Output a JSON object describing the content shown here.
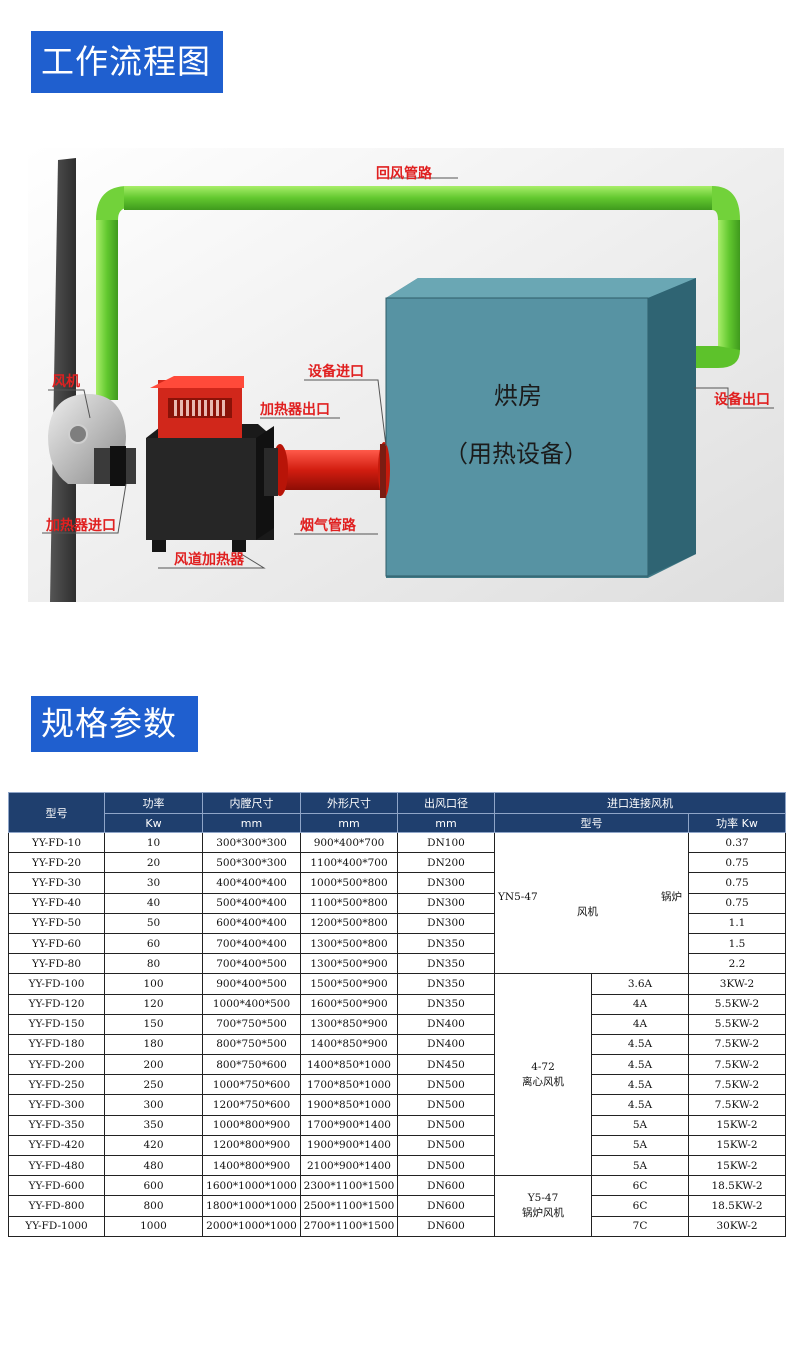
{
  "headings": {
    "flow": "工作流程图",
    "spec": "规格参数"
  },
  "diagram": {
    "labels": {
      "return_duct": "回风管路",
      "fan": "风机",
      "equip_inlet": "设备进口",
      "heater_outlet": "加热器出口",
      "equip_outlet": "设备出口",
      "heater_inlet": "加热器进口",
      "flue_duct": "烟气管路",
      "duct_heater": "风道加热器"
    },
    "room_title": "烘房",
    "room_sub": "（用热设备）"
  },
  "table": {
    "header": {
      "model": "型号",
      "power": "功率",
      "inner": "内膛尺寸",
      "outer": "外形尺寸",
      "outlet": "出风口径",
      "fan": "进口连接风机",
      "unit_power": "Kw",
      "unit_inner": "mm",
      "unit_outer": "mm",
      "unit_outlet": "mm",
      "fan_model": "型号",
      "fan_power": "功率 Kw"
    },
    "group1_fan_line1": "YN5-47",
    "group1_fan_line1b": "锅炉",
    "group1_fan_line2": "风机",
    "group2_fan_line1": "4-72",
    "group2_fan_line2": "离心风机",
    "group3_fan_line1": "Y5-47",
    "group3_fan_line2": "锅炉风机",
    "rows": [
      {
        "model": "YY-FD-10",
        "power": "10",
        "inner": "300*300*300",
        "outer": "900*400*700",
        "outlet": "DN100",
        "current": "",
        "fp": "0.37"
      },
      {
        "model": "YY-FD-20",
        "power": "20",
        "inner": "500*300*300",
        "outer": "1100*400*700",
        "outlet": "DN200",
        "current": "",
        "fp": "0.75"
      },
      {
        "model": "YY-FD-30",
        "power": "30",
        "inner": "400*400*400",
        "outer": "1000*500*800",
        "outlet": "DN300",
        "current": "",
        "fp": "0.75"
      },
      {
        "model": "YY-FD-40",
        "power": "40",
        "inner": "500*400*400",
        "outer": "1100*500*800",
        "outlet": "DN300",
        "current": "",
        "fp": "0.75"
      },
      {
        "model": "YY-FD-50",
        "power": "50",
        "inner": "600*400*400",
        "outer": "1200*500*800",
        "outlet": "DN300",
        "current": "",
        "fp": "1.1"
      },
      {
        "model": "YY-FD-60",
        "power": "60",
        "inner": "700*400*400",
        "outer": "1300*500*800",
        "outlet": "DN350",
        "current": "",
        "fp": "1.5"
      },
      {
        "model": "YY-FD-80",
        "power": "80",
        "inner": "700*400*500",
        "outer": "1300*500*900",
        "outlet": "DN350",
        "current": "",
        "fp": "2.2"
      },
      {
        "model": "YY-FD-100",
        "power": "100",
        "inner": "900*400*500",
        "outer": "1500*500*900",
        "outlet": "DN350",
        "current": "3.6A",
        "fp": "3KW-2"
      },
      {
        "model": "YY-FD-120",
        "power": "120",
        "inner": "1000*400*500",
        "outer": "1600*500*900",
        "outlet": "DN350",
        "current": "4A",
        "fp": "5.5KW-2"
      },
      {
        "model": "YY-FD-150",
        "power": "150",
        "inner": "700*750*500",
        "outer": "1300*850*900",
        "outlet": "DN400",
        "current": "4A",
        "fp": "5.5KW-2"
      },
      {
        "model": "YY-FD-180",
        "power": "180",
        "inner": "800*750*500",
        "outer": "1400*850*900",
        "outlet": "DN400",
        "current": "4.5A",
        "fp": "7.5KW-2"
      },
      {
        "model": "YY-FD-200",
        "power": "200",
        "inner": "800*750*600",
        "outer": "1400*850*1000",
        "outlet": "DN450",
        "current": "4.5A",
        "fp": "7.5KW-2"
      },
      {
        "model": "YY-FD-250",
        "power": "250",
        "inner": "1000*750*600",
        "outer": "1700*850*1000",
        "outlet": "DN500",
        "current": "4.5A",
        "fp": "7.5KW-2"
      },
      {
        "model": "YY-FD-300",
        "power": "300",
        "inner": "1200*750*600",
        "outer": "1900*850*1000",
        "outlet": "DN500",
        "current": "4.5A",
        "fp": "7.5KW-2"
      },
      {
        "model": "YY-FD-350",
        "power": "350",
        "inner": "1000*800*900",
        "outer": "1700*900*1400",
        "outlet": "DN500",
        "current": "5A",
        "fp": "15KW-2"
      },
      {
        "model": "YY-FD-420",
        "power": "420",
        "inner": "1200*800*900",
        "outer": "1900*900*1400",
        "outlet": "DN500",
        "current": "5A",
        "fp": "15KW-2"
      },
      {
        "model": "YY-FD-480",
        "power": "480",
        "inner": "1400*800*900",
        "outer": "2100*900*1400",
        "outlet": "DN500",
        "current": "5A",
        "fp": "15KW-2"
      },
      {
        "model": "YY-FD-600",
        "power": "600",
        "inner": "1600*1000*1000",
        "outer": "2300*1100*1500",
        "outlet": "DN600",
        "current": "6C",
        "fp": "18.5KW-2"
      },
      {
        "model": "YY-FD-800",
        "power": "800",
        "inner": "1800*1000*1000",
        "outer": "2500*1100*1500",
        "outlet": "DN600",
        "current": "6C",
        "fp": "18.5KW-2"
      },
      {
        "model": "YY-FD-1000",
        "power": "1000",
        "inner": "2000*1000*1000",
        "outer": "2700*1100*1500",
        "outlet": "DN600",
        "current": "7C",
        "fp": "30KW-2"
      }
    ]
  }
}
